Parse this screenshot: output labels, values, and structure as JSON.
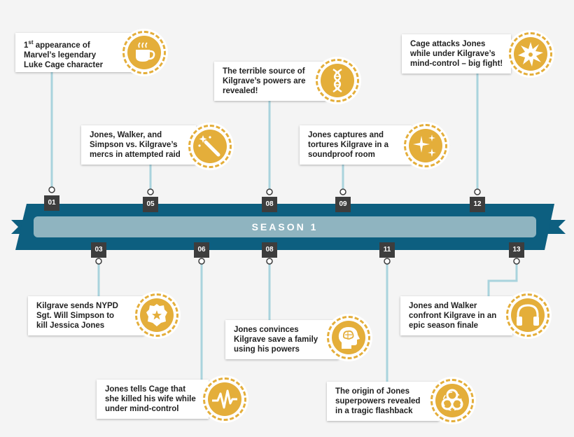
{
  "season": {
    "label": "SEASON 1"
  },
  "episodes": {
    "top": [
      "01",
      "05",
      "08",
      "09",
      "12"
    ],
    "bottom": [
      "03",
      "06",
      "08",
      "11",
      "13"
    ]
  },
  "events": {
    "ep01": {
      "line1_pre": "1",
      "line1_sup": "st",
      "line1_post": " appearance of",
      "line2": "Marvel’s legendary",
      "line3": "Luke Cage character",
      "icon": "coffee-icon"
    },
    "ep05": {
      "line1": "Jones, Walker, and",
      "line2": "Simpson vs. Kilgrave’s",
      "line3": "mercs in attempted raid",
      "icon": "magic-wand-icon"
    },
    "ep08_top": {
      "line1": "The terrible source of",
      "line2": "Kilgrave’s powers are",
      "line3": "revealed!",
      "icon": "dna-icon"
    },
    "ep09": {
      "line1": "Jones captures and",
      "line2": "tortures Kilgrave in a",
      "line3": "soundproof room",
      "icon": "sparkles-icon"
    },
    "ep12": {
      "line1": "Cage attacks Jones",
      "line2": "while under Kilgrave’s",
      "line3": "mind-control – big fight!",
      "icon": "explosion-icon"
    },
    "ep03": {
      "line1": "Kilgrave sends NYPD",
      "line2": "Sgt. Will Simpson to",
      "line3": "kill Jessica Jones",
      "icon": "police-badge-icon"
    },
    "ep06": {
      "line1": "Jones tells Cage that",
      "line2": "she killed his wife while",
      "line3": "under mind-control",
      "icon": "heartbeat-icon"
    },
    "ep08_bottom": {
      "line1": "Jones convinces",
      "line2": "Kilgrave save a family",
      "line3": "using his powers",
      "icon": "brain-head-icon"
    },
    "ep11": {
      "line1": "The origin of Jones",
      "line2": "superpowers revealed",
      "line3": "in a tragic flashback",
      "icon": "biohazard-icon"
    },
    "ep13": {
      "line1": "Jones and Walker",
      "line2": "confront Kilgrave in an",
      "line3": "epic season finale",
      "icon": "headphones-icon"
    }
  },
  "colors": {
    "timeline": "#0d5f80",
    "band": "#8fb4c0",
    "accent": "#e4ae3a",
    "connector": "#a9d3dd",
    "marker": "#3d3d3d"
  }
}
